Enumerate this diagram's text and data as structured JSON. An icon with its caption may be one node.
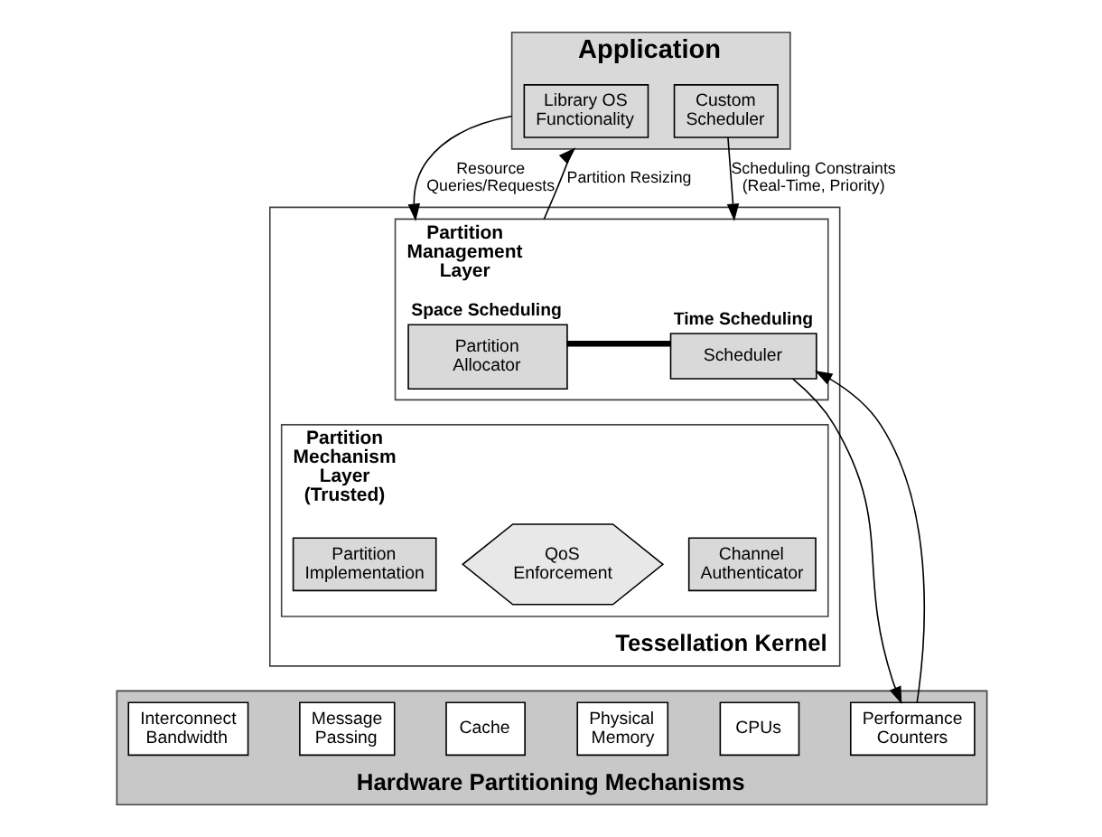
{
  "diagram": {
    "nodes": [
      {
        "text": [
          "Application"
        ]
      },
      {
        "text": [
          "Library OS Functionality"
        ],
        "in": 0
      },
      {
        "text": [
          "Custom Scheduler"
        ],
        "in": 0
      },
      {
        "text": [
          "Tessellation Kernel"
        ]
      },
      {
        "text": [
          "Partition Management Layer"
        ],
        "in": 3
      },
      {
        "text": [
          "Partition Allocator"
        ],
        "in": 4,
        "beside": [
          "Space Scheduling"
        ]
      },
      {
        "text": [
          "Scheduler"
        ],
        "in": 4,
        "beside": [
          "Time Scheduling"
        ]
      },
      {
        "text": [
          "Partition Mechanism Layer (Trusted)"
        ],
        "in": 3
      },
      {
        "text": [
          "Partition Implementation"
        ],
        "in": 7
      },
      {
        "text": [
          "QoS Enforcement"
        ],
        "in": 7
      },
      {
        "text": [
          "Channel Authenticator"
        ],
        "in": 7
      },
      {
        "text": [
          "Hardware Partitioning Mechanisms"
        ]
      },
      {
        "text": [
          "Interconnect Bandwidth"
        ],
        "in": 11
      },
      {
        "text": [
          "Message Passing"
        ],
        "in": 11
      },
      {
        "text": [
          "Cache"
        ],
        "in": 11
      },
      {
        "text": [
          "Physical Memory"
        ],
        "in": 11
      },
      {
        "text": [
          "CPUs"
        ],
        "in": 11
      },
      {
        "text": [
          "Performance Counters"
        ],
        "in": 11
      }
    ],
    "edges": [
      {
        "from": 0,
        "to": 4,
        "arrow": "to",
        "label": "Resource Queries/Requests"
      },
      {
        "from": 4,
        "to": 0,
        "arrow": "to",
        "label": "Partition Resizing"
      },
      {
        "from": 2,
        "to": 4,
        "arrow": "to",
        "label": "Scheduling Constraints (Real-Time, Priority)"
      },
      {
        "from": 5,
        "to": 6,
        "arrow": "none",
        "style": "thick"
      },
      {
        "from": 6,
        "to": 17,
        "arrow": "to"
      },
      {
        "from": 17,
        "to": 6,
        "arrow": "to"
      }
    ]
  }
}
